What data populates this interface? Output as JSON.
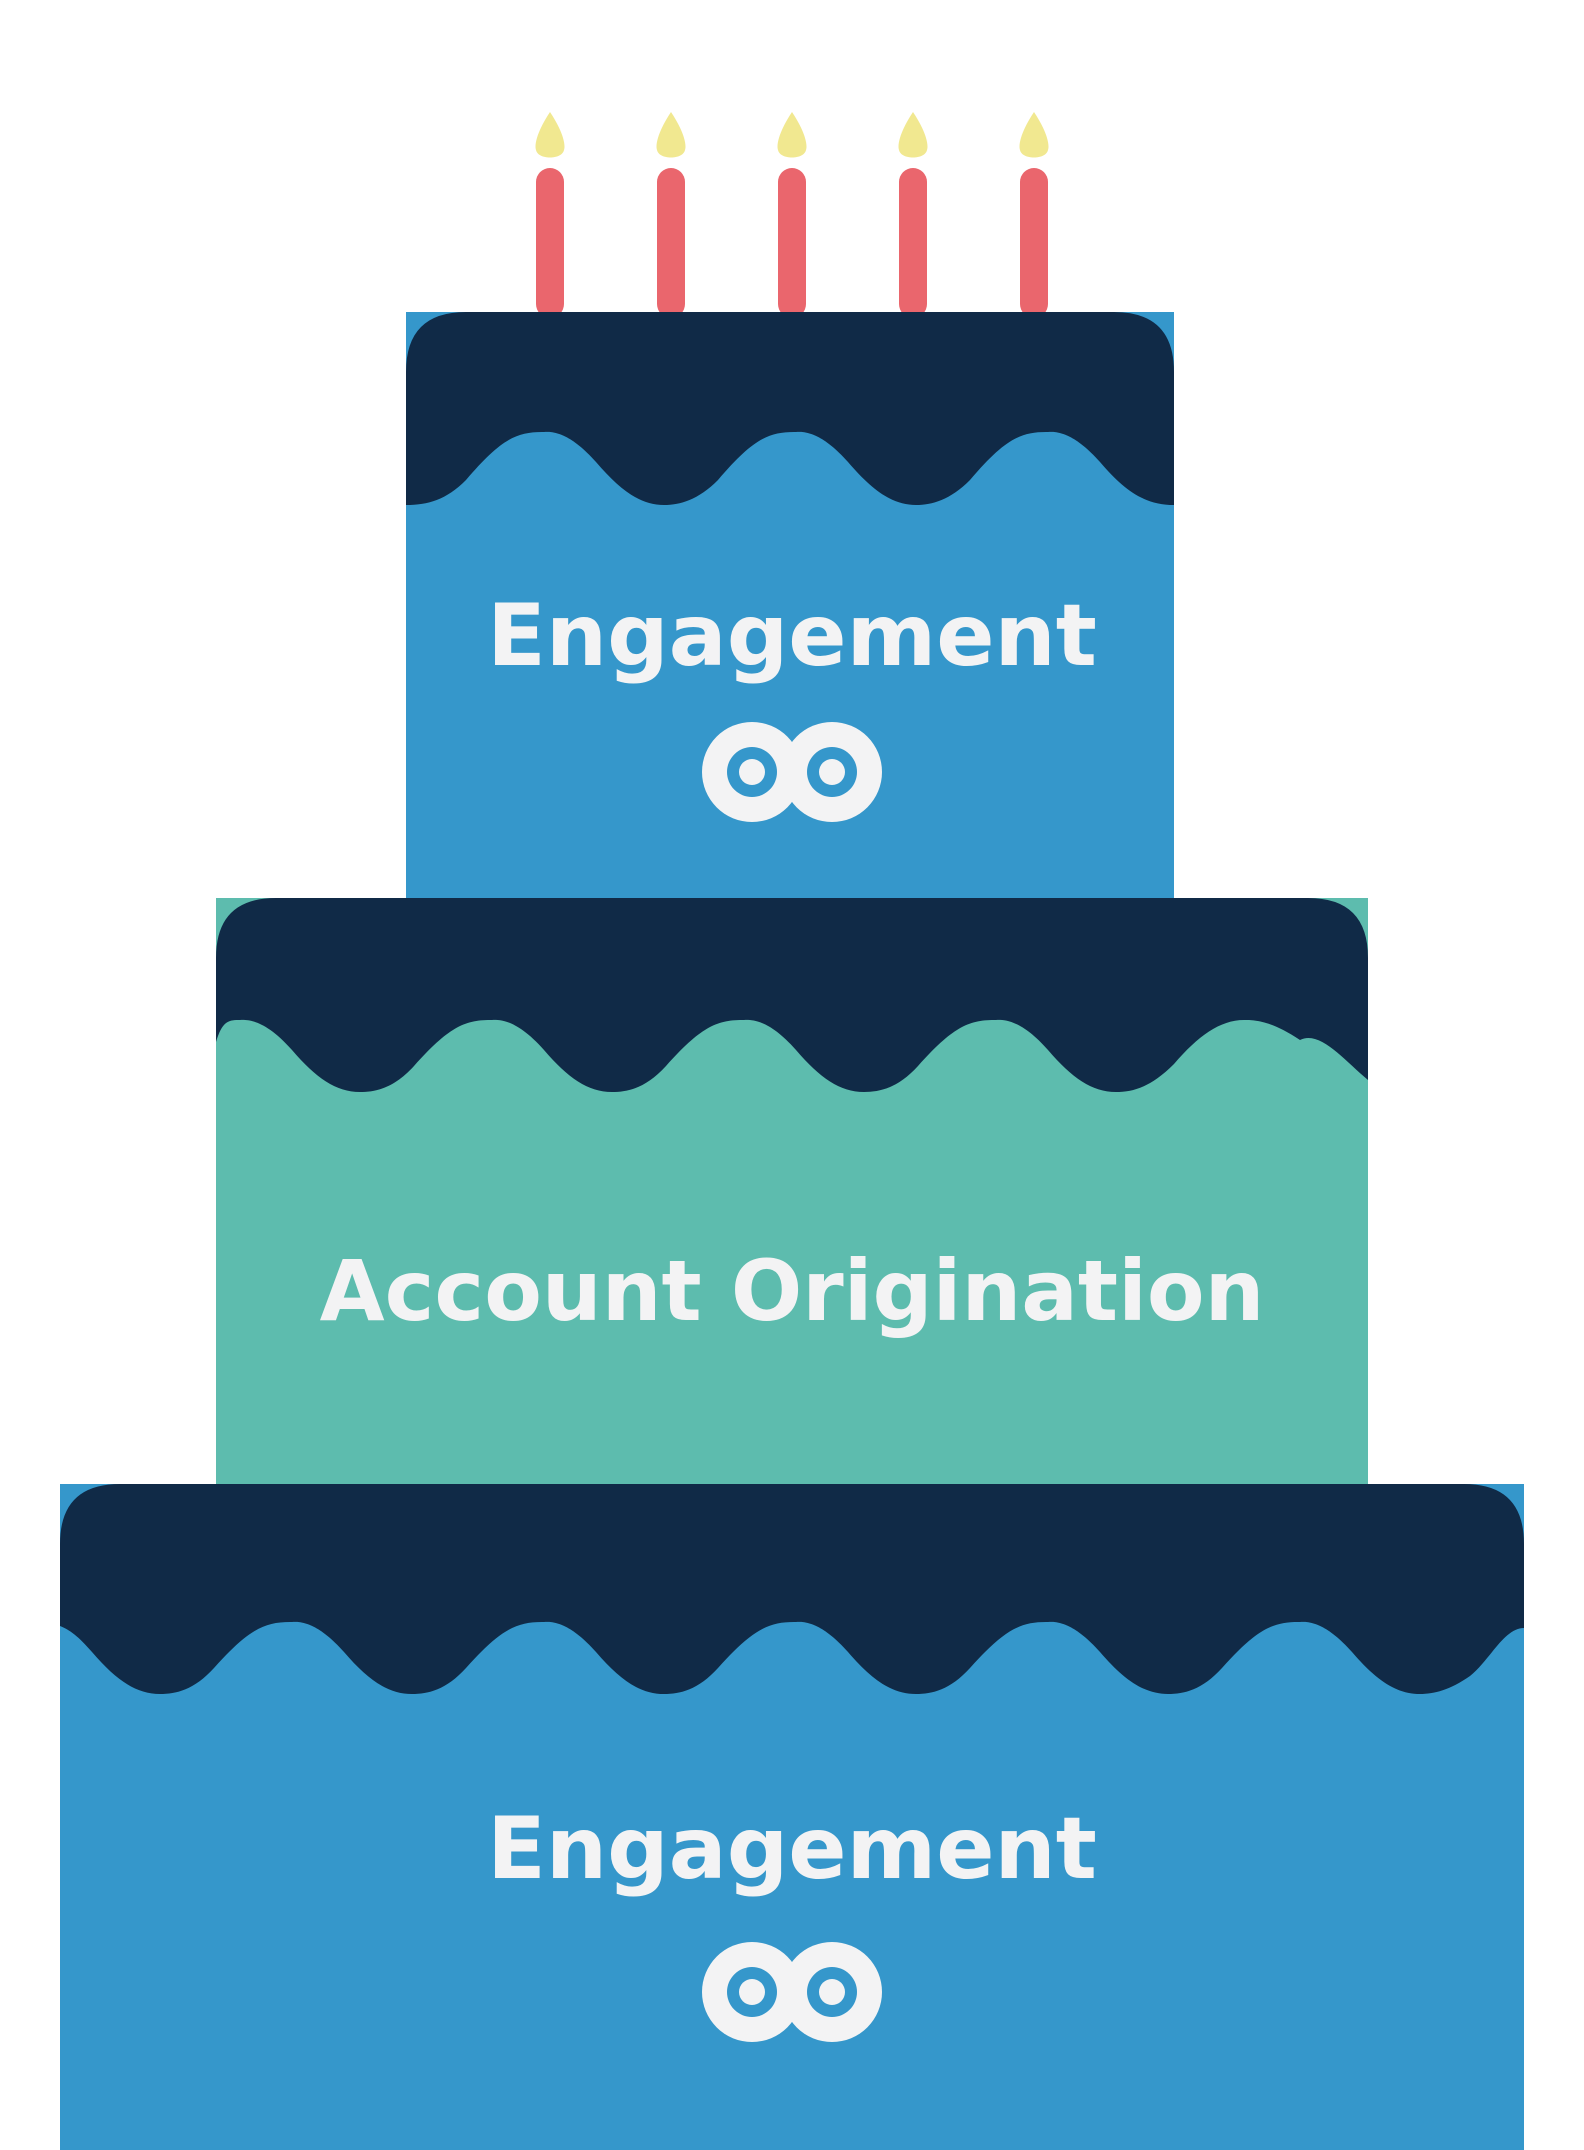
{
  "colors": {
    "background": "#ffffff",
    "frosting_dark": "#102a47",
    "tier_blue": "#3597cb",
    "tier_teal": "#5dbcae",
    "candle": "#ea666d",
    "flame": "#f1e890",
    "text": "#f3f3f4"
  },
  "candles": {
    "count": 5
  },
  "tiers": [
    {
      "id": "top",
      "label": "Engagement",
      "color": "#3597cb",
      "icon": "infinity-logo-icon"
    },
    {
      "id": "middle",
      "label": "Account Origination",
      "color": "#5dbcae",
      "icon": ""
    },
    {
      "id": "bottom",
      "label": "Engagement",
      "color": "#3597cb",
      "icon": "infinity-logo-icon"
    }
  ]
}
